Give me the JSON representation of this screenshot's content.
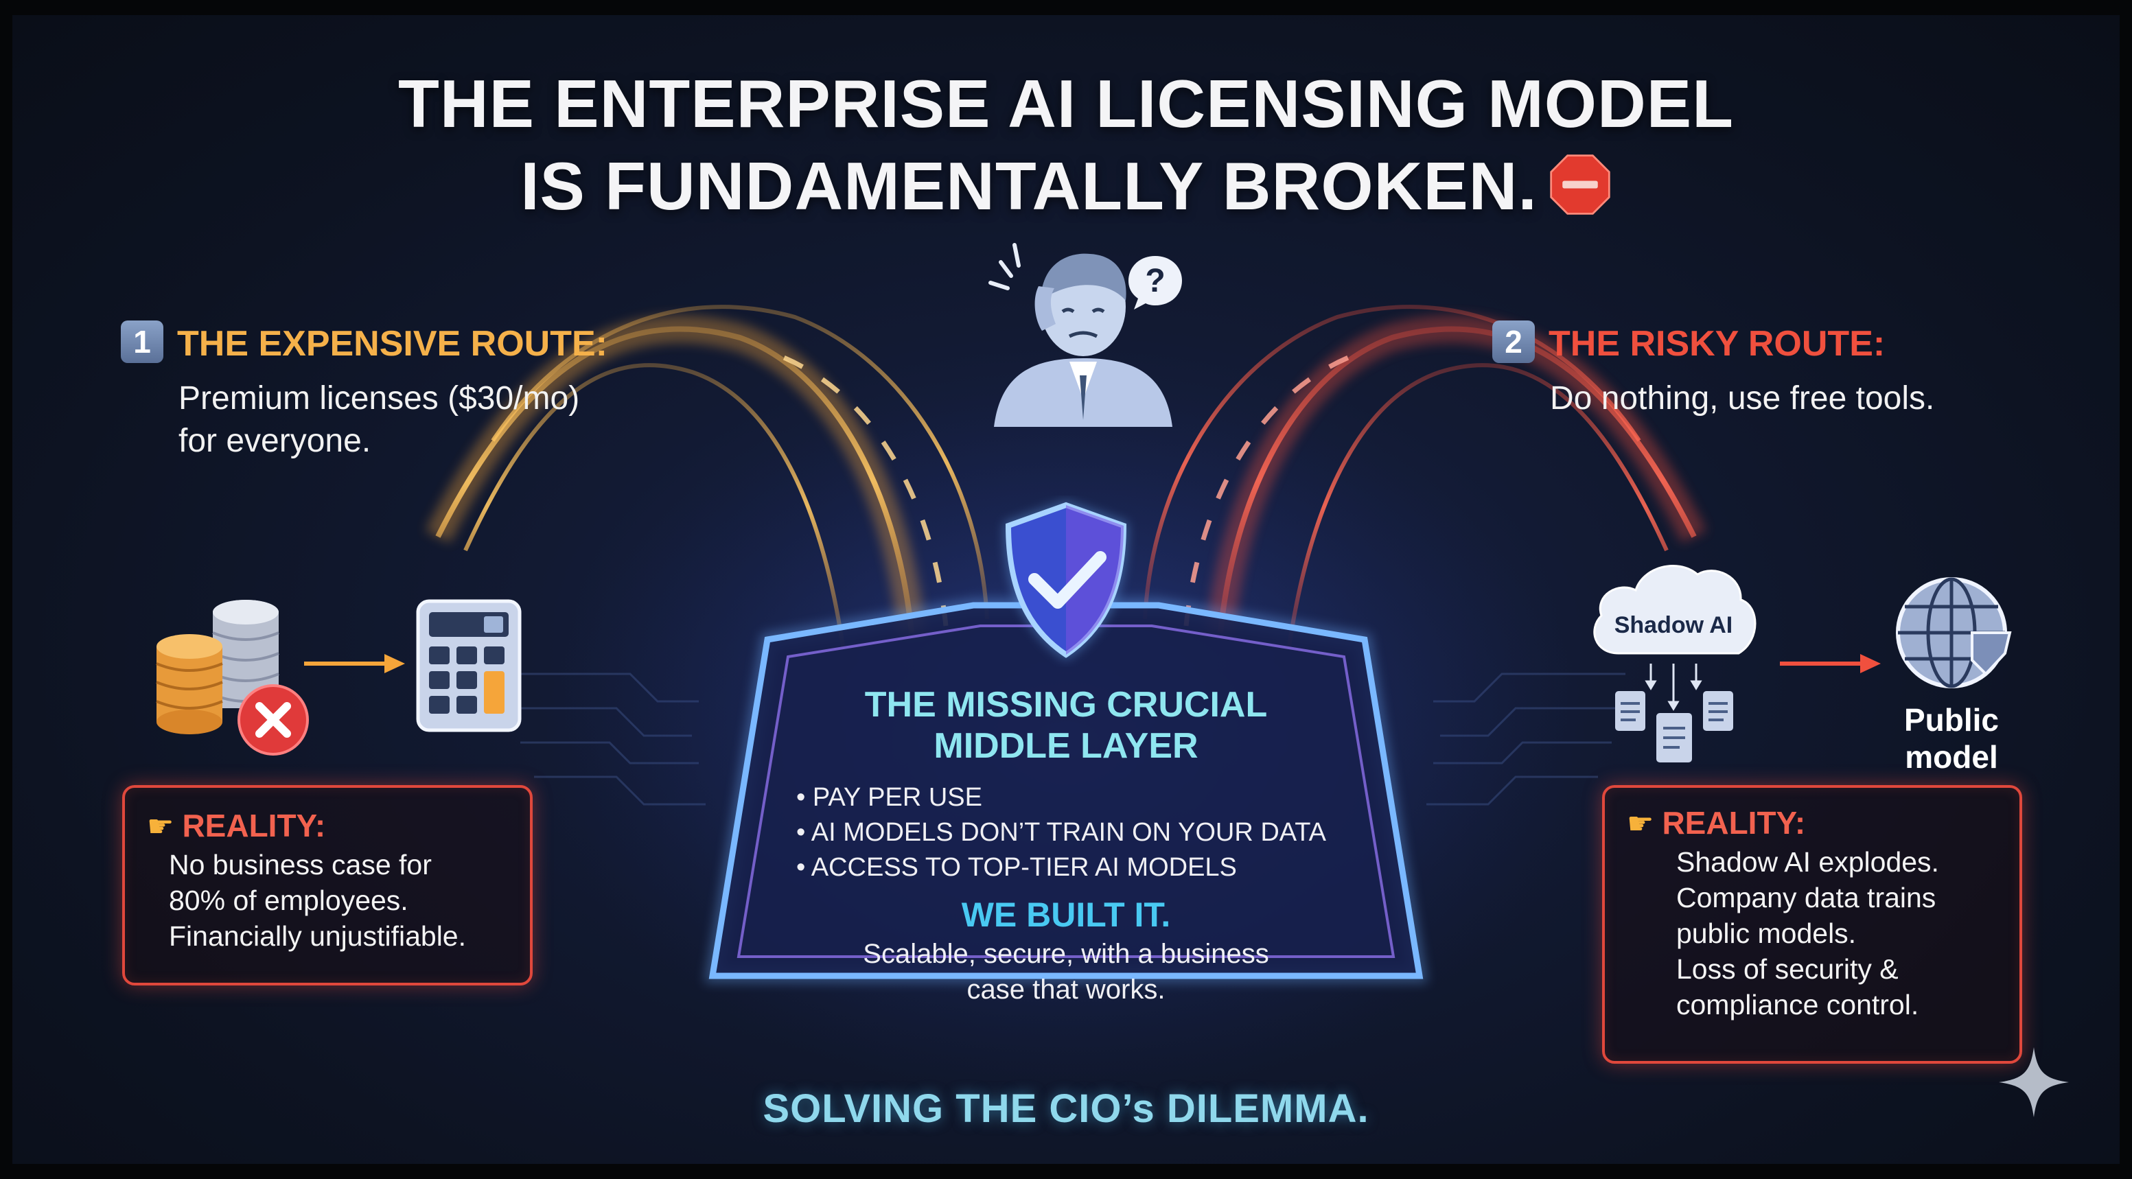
{
  "title": {
    "line1": "THE ENTERPRISE AI LICENSING MODEL",
    "line2": "IS FUNDAMENTALLY BROKEN."
  },
  "left_route": {
    "number": "1",
    "heading": "THE EXPENSIVE ROUTE:",
    "body_line1": "Premium licenses ($30/mo)",
    "body_line2": "for everyone.",
    "reality_heading": "REALITY:",
    "reality_lines": [
      "No business case for",
      "80% of employees.",
      "Financially unjustifiable."
    ]
  },
  "right_route": {
    "number": "2",
    "heading": "THE RISKY ROUTE:",
    "body_line1": "Do nothing, use free tools.",
    "cloud_label": "Shadow AI",
    "globe_label_line1": "Public",
    "globe_label_line2": "model",
    "reality_heading": "REALITY:",
    "reality_lines": [
      "Shadow AI explodes.",
      "Company data trains",
      "public models.",
      "Loss of security &",
      "compliance control."
    ]
  },
  "center": {
    "title_line1": "THE MISSING CRUCIAL",
    "title_line2": "MIDDLE LAYER",
    "bullets": [
      "• PAY PER USE",
      "• AI MODELS DON’T TRAIN ON YOUR DATA",
      "• ACCESS TO TOP-TIER AI MODELS"
    ],
    "built_heading": "WE BUILT IT.",
    "built_line1": "Scalable, secure, with a business",
    "built_line2": "case that works."
  },
  "footer": "SOLVING THE CIO’s DILEMMA.",
  "colors": {
    "expensive": "#f5b14a",
    "risky": "#f0503e",
    "center_glow": "#5aa0ff",
    "footer": "#8fd8ec"
  },
  "icons": [
    "stop-sign-icon",
    "confused-person-icon",
    "question-bubble-icon",
    "coins-icon",
    "cancel-icon",
    "arrow-right-icon",
    "calculator-icon",
    "shield-check-icon",
    "cloud-icon",
    "document-icon",
    "globe-icon",
    "pointing-hand-icon",
    "sparkle-icon"
  ]
}
